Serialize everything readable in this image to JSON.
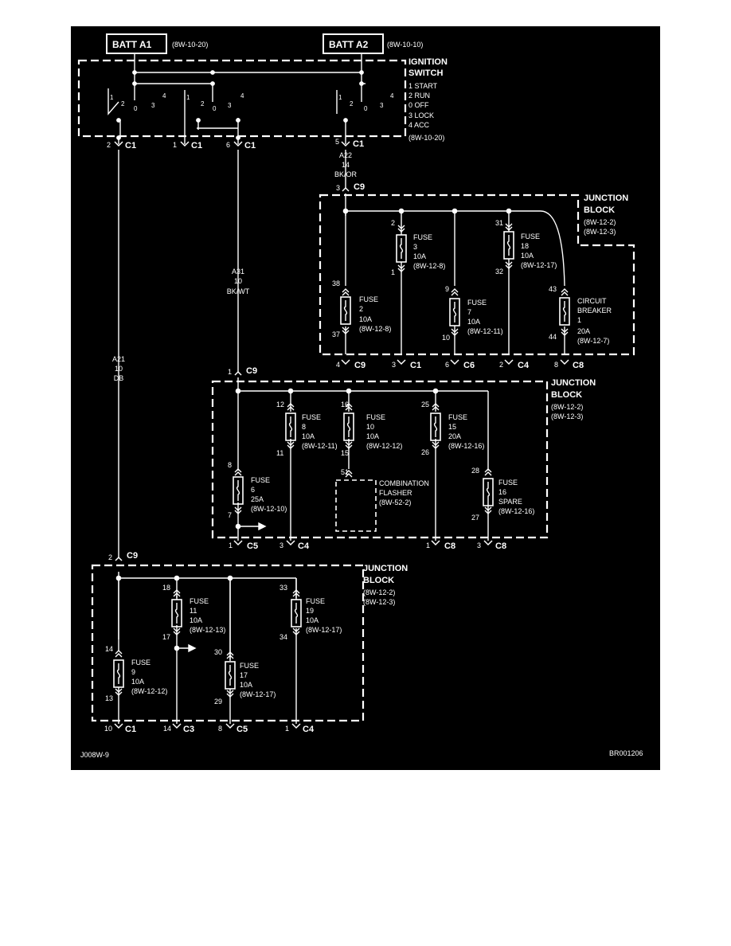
{
  "colors": {
    "background": "#000000",
    "foreground": "#ffffff",
    "page": "#ffffff"
  },
  "batt": {
    "a1": "BATT A1",
    "a1_ref": "(8W-10-20)",
    "a2": "BATT A2",
    "a2_ref": "(8W-10-10)"
  },
  "ignition": {
    "title1": "IGNITION",
    "title2": "SWITCH",
    "legend": [
      "1 START",
      "2 RUN",
      "0 OFF",
      "3 LOCK",
      "4 ACC"
    ],
    "ref": "(8W-10-20)",
    "pos": {
      "one": "1",
      "two": "2",
      "zero": "0",
      "three": "3",
      "four": "4"
    }
  },
  "conn": {
    "top": [
      {
        "pin": "2",
        "name": "C1"
      },
      {
        "pin": "1",
        "name": "C1"
      },
      {
        "pin": "6",
        "name": "C1"
      },
      {
        "pin": "5",
        "name": "C1"
      }
    ],
    "mid_c9": {
      "pin": "1",
      "name": "C9"
    },
    "bot_c9": {
      "pin": "2",
      "name": "C9"
    },
    "jb1_c9": {
      "pin": "3",
      "name": "C9"
    },
    "jb1_out": [
      {
        "pin": "4",
        "name": "C9"
      },
      {
        "pin": "3",
        "name": "C1"
      },
      {
        "pin": "6",
        "name": "C6"
      },
      {
        "pin": "2",
        "name": "C4"
      },
      {
        "pin": "8",
        "name": "C8"
      }
    ],
    "jb2_out": [
      {
        "pin": "1",
        "name": "C5"
      },
      {
        "pin": "3",
        "name": "C4"
      },
      {
        "pin": "1",
        "name": "C8"
      },
      {
        "pin": "3",
        "name": "C8"
      }
    ],
    "jb3_out": [
      {
        "pin": "10",
        "name": "C1"
      },
      {
        "pin": "14",
        "name": "C3"
      },
      {
        "pin": "8",
        "name": "C5"
      },
      {
        "pin": "1",
        "name": "C4"
      }
    ]
  },
  "wires": {
    "a22": [
      "A22",
      "14",
      "BK/OR"
    ],
    "a31": [
      "A31",
      "10",
      "BK/WT"
    ],
    "a21": [
      "A21",
      "10",
      "DB"
    ]
  },
  "jb1": {
    "title1": "JUNCTION",
    "title2": "BLOCK",
    "ref1": "(8W-12-2)",
    "ref2": "(8W-12-3)",
    "fuses": [
      {
        "pin_in": "38",
        "pin_out": "37",
        "l1": "FUSE",
        "l2": "2",
        "l3": "10A",
        "l4": "(8W-12-8)"
      },
      {
        "pin_in": "2",
        "pin_out": "1",
        "l1": "FUSE",
        "l2": "3",
        "l3": "10A",
        "l4": "(8W-12-8)"
      },
      {
        "pin_in": "9",
        "pin_out": "10",
        "l1": "FUSE",
        "l2": "7",
        "l3": "10A",
        "l4": "(8W-12-11)"
      },
      {
        "pin_in": "31",
        "pin_out": "32",
        "l1": "FUSE",
        "l2": "18",
        "l3": "10A",
        "l4": "(8W-12-17)"
      },
      {
        "pin_in": "43",
        "pin_out": "44",
        "l1": "CIRCUIT",
        "l2": "BREAKER",
        "l3": "1",
        "l4": "20A",
        "l5": "(8W-12-7)"
      }
    ]
  },
  "jb2": {
    "title1": "JUNCTION",
    "title2": "BLOCK",
    "ref1": "(8W-12-2)",
    "ref2": "(8W-12-3)",
    "fuses": [
      {
        "pin_in": "8",
        "pin_out": "7",
        "l1": "FUSE",
        "l2": "6",
        "l3": "25A",
        "l4": "(8W-12-10)"
      },
      {
        "pin_in": "12",
        "pin_out": "11",
        "l1": "FUSE",
        "l2": "8",
        "l3": "10A",
        "l4": "(8W-12-11)"
      },
      {
        "pin_in": "16",
        "pin_out": "15",
        "l1": "FUSE",
        "l2": "10",
        "l3": "10A",
        "l4": "(8W-12-12)"
      },
      {
        "pin_in": "25",
        "pin_out": "26",
        "l1": "FUSE",
        "l2": "15",
        "l3": "20A",
        "l4": "(8W-12-16)"
      },
      {
        "pin_in": "28",
        "pin_out": "27",
        "l1": "FUSE",
        "l2": "16",
        "l3": "SPARE",
        "l4": "(8W-12-16)"
      }
    ],
    "flasher": {
      "pin": "51",
      "l1": "COMBINATION",
      "l2": "FLASHER",
      "l3": "(8W-52-2)"
    }
  },
  "jb3": {
    "title1": "JUNCTION",
    "title2": "BLOCK",
    "ref1": "(8W-12-2)",
    "ref2": "(8W-12-3)",
    "fuses": [
      {
        "pin_in": "14",
        "pin_out": "13",
        "l1": "FUSE",
        "l2": "9",
        "l3": "10A",
        "l4": "(8W-12-12)"
      },
      {
        "pin_in": "18",
        "pin_out": "17",
        "l1": "FUSE",
        "l2": "11",
        "l3": "10A",
        "l4": "(8W-12-13)"
      },
      {
        "pin_in": "30",
        "pin_out": "29",
        "l1": "FUSE",
        "l2": "17",
        "l3": "10A",
        "l4": "(8W-12-17)"
      },
      {
        "pin_in": "33",
        "pin_out": "34",
        "l1": "FUSE",
        "l2": "19",
        "l3": "10A",
        "l4": "(8W-12-17)"
      }
    ]
  },
  "footer": {
    "left": "J008W-9",
    "right": "BR001206"
  }
}
